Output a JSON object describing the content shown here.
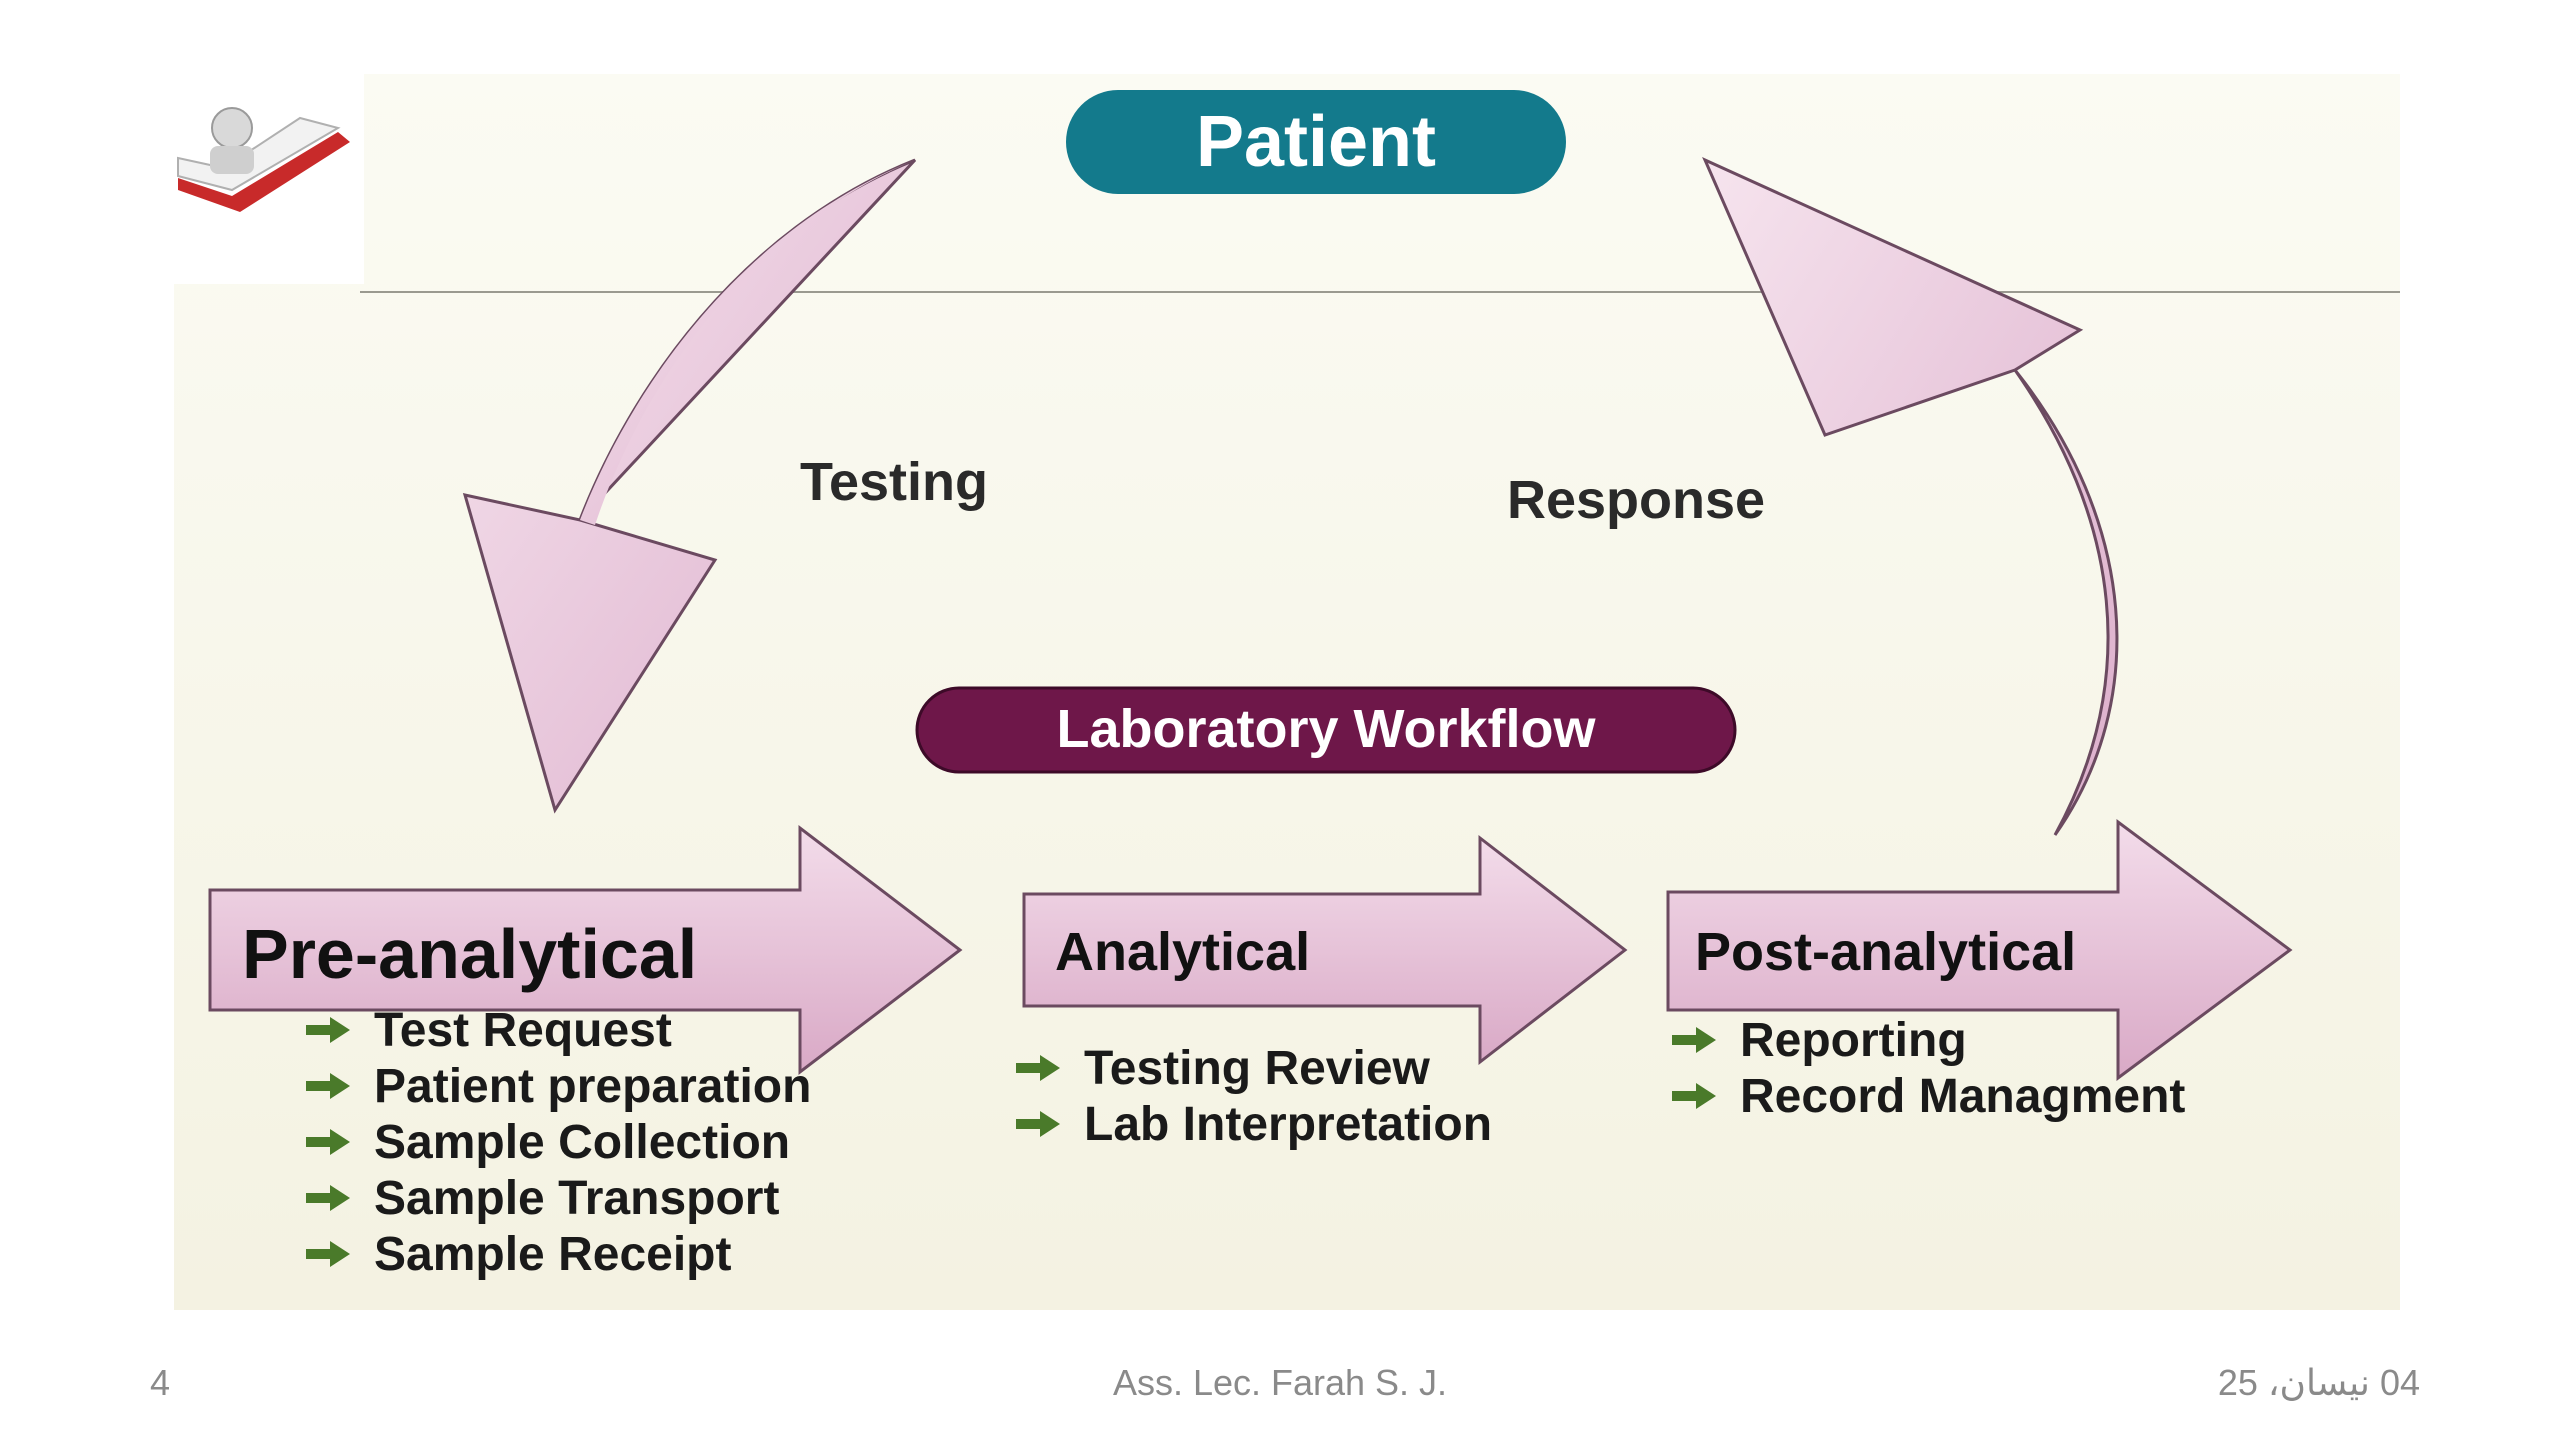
{
  "diagram": {
    "patient_label": "Patient",
    "testing_label": "Testing",
    "response_label": "Response",
    "workflow_label": "Laboratory Workflow",
    "stages": [
      {
        "title": "Pre-analytical",
        "items": [
          "Test Request",
          "Patient preparation",
          "Sample Collection",
          "Sample Transport",
          "Sample Receipt"
        ]
      },
      {
        "title": "Analytical",
        "items": [
          "Testing Review",
          "Lab Interpretation"
        ]
      },
      {
        "title": "Post-analytical",
        "items": [
          "Reporting",
          "Record Managment"
        ]
      }
    ]
  },
  "colors": {
    "patient_pill": "#137a8c",
    "workflow_pill": "#6e1749",
    "arrow_fill": "#e8c2d8",
    "arrow_stroke": "#6b4a60",
    "bullet": "#4a7a2a",
    "panel_bg": "#f8f6ec"
  },
  "footer": {
    "page_number": "4",
    "author": "Ass. Lec. Farah S. J.",
    "date": "04 نيسان، 25"
  }
}
